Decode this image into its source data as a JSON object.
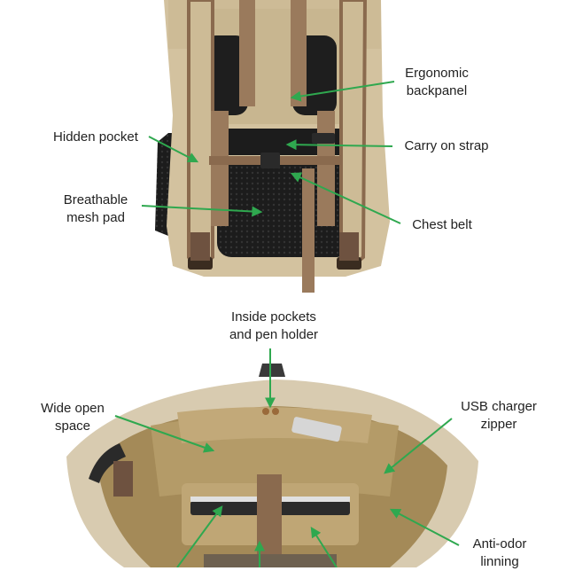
{
  "colors": {
    "canvas": "#c9b895",
    "canvas_dark": "#b6a47f",
    "strap": "#8a6a4e",
    "strap_dark": "#5e4432",
    "mesh": "#1f1f1f",
    "lining": "#a48a58",
    "lining_light": "#c2a979",
    "arrow": "#2fa84f"
  },
  "labels": [
    {
      "id": "ergonomic-backpanel",
      "lines": [
        "Ergonomic",
        "backpanel"
      ]
    },
    {
      "id": "hidden-pocket",
      "lines": [
        "Hidden pocket"
      ]
    },
    {
      "id": "carry-on-strap",
      "lines": [
        "Carry on strap"
      ]
    },
    {
      "id": "breathable-mesh-pad",
      "lines": [
        "Breathable",
        "mesh pad"
      ]
    },
    {
      "id": "chest-belt",
      "lines": [
        "Chest belt"
      ]
    },
    {
      "id": "inside-pockets",
      "lines": [
        "Inside pockets",
        "and pen holder"
      ]
    },
    {
      "id": "wide-open-space",
      "lines": [
        "Wide open",
        "space"
      ]
    },
    {
      "id": "usb-charger-zipper",
      "lines": [
        "USB charger",
        "zipper"
      ]
    },
    {
      "id": "anti-odor-linning",
      "lines": [
        "Anti-odor",
        "linning"
      ]
    }
  ]
}
